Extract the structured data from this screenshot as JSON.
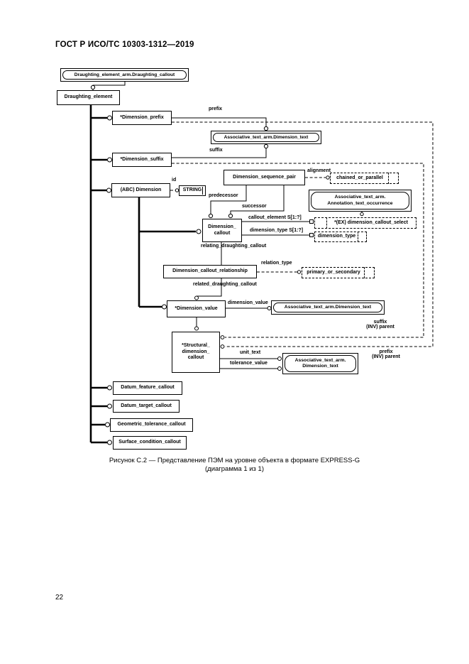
{
  "page": {
    "header": "ГОСТ Р ИСО/ТС 10303-1312—2019",
    "page_number": "22",
    "caption_line1": "Рисунок С.2 — Представление ПЭМ на уровне объекта в формате EXPRESS-G",
    "caption_line2": "(диаграмма 1 из 1)"
  },
  "diagram": {
    "boxes": {
      "draughting_callout_ref": "Draughting_element_arm.Draughting_callout",
      "draughting_element": "Draughting_element",
      "dimension_prefix": "*Dimension_prefix",
      "dimension_suffix": "*Dimension_suffix",
      "dimension": "(ABC) Dimension",
      "string_type": "STRING",
      "dimension_sequence_pair": "Dimension_sequence_pair",
      "chained_or_parallel": "chained_or_parallel",
      "annotation_text_occurrence_line1": "Associative_text_arm.",
      "annotation_text_occurrence_line2": "Annotation_text_occurrence",
      "dimension_text_ref_top": "Associative_text_arm.Dimension_text",
      "dimension_callout_select": "*(EX) dimension_callout_select",
      "dimension_type": "dimension_type",
      "dimension_callout_line1": "Dimension_",
      "dimension_callout_line2": "callout",
      "dimension_callout_relationship": "Dimension_callout_relationship",
      "primary_or_secondary": "primary_or_secondary",
      "dimension_value": "*Dimension_value",
      "dimension_text_ref_mid": "Associative_text_arm.Dimension_text",
      "structural_line1": "*Structural_",
      "structural_line2": "dimension_",
      "structural_line3": "callout",
      "dimension_text_ref_bottom_line1": "Associative_text_arm.",
      "dimension_text_ref_bottom_line2": "Dimension_text",
      "datum_feature_callout": "Datum_feature_callout",
      "datum_target_callout": "Datum_target_callout",
      "geometric_tolerance_callout": "Geometric_tolerance_callout",
      "surface_condition_callout": "Surface_condition_callout"
    },
    "labels": {
      "prefix": "prefix",
      "suffix": "suffix",
      "id": "id",
      "alignment": "alignment",
      "predecessor": "predecessor",
      "successor": "successor",
      "callout_element": "callout_element S[1:?]",
      "dimension_type_attr": "dimension_type S[1:?]",
      "relating": "relating_draughting_callout",
      "relation_type": "relation_type",
      "related": "related_draughting_callout",
      "dimension_value_attr": "dimension_value",
      "suffix_inv_line1": "suffix",
      "suffix_inv_line2": "(INV) parent",
      "prefix_inv_line1": "prefix",
      "prefix_inv_line2": "(INV) parent",
      "unit_text": "unit_text",
      "tolerance_value": "tolerance_value"
    }
  }
}
